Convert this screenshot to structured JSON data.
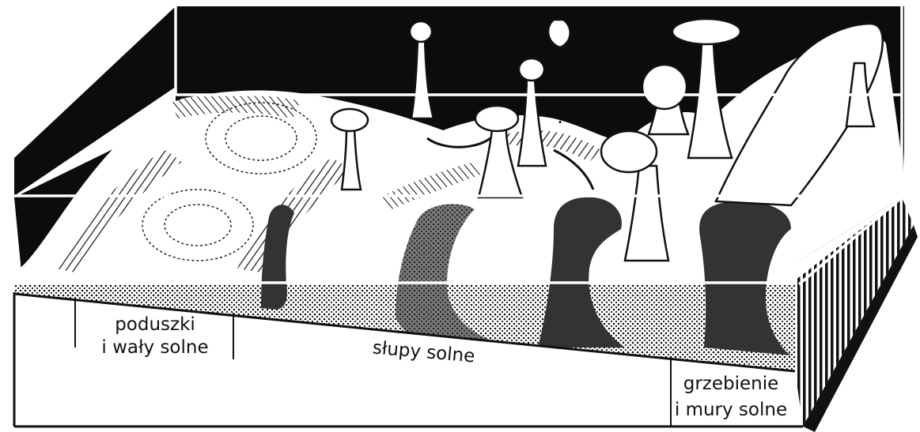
{
  "diagram": {
    "labels": {
      "pillows_line1": "poduszki",
      "pillows_line2": "i wały solne",
      "columns": "słupy solne",
      "ridges_line1": "grzebienie",
      "ridges_line2": "i mury solne"
    },
    "colors": {
      "ink": "#111111",
      "paper": "#ffffff",
      "section_fill": "#3a3a3a"
    }
  }
}
